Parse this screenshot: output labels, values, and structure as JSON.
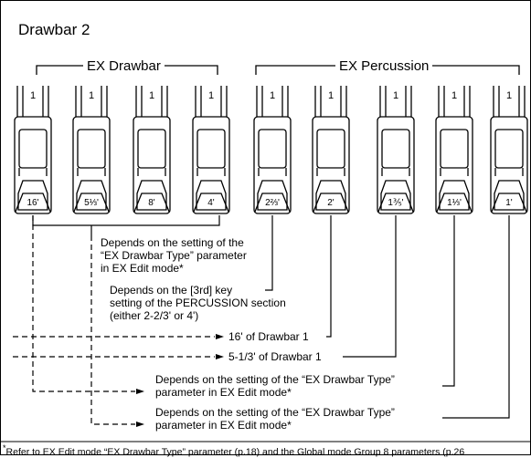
{
  "title": "Drawbar 2",
  "groups": {
    "drawbar": "EX Drawbar",
    "percussion": "EX Percussion"
  },
  "drawbars": [
    {
      "top": "1",
      "foot": "16'"
    },
    {
      "top": "1",
      "foot": "5⅓'"
    },
    {
      "top": "1",
      "foot": "8'"
    },
    {
      "top": "1",
      "foot": "4'"
    },
    {
      "top": "1",
      "foot": "2⅔'"
    },
    {
      "top": "1",
      "foot": "2'"
    },
    {
      "top": "1",
      "foot": "1⅗'"
    },
    {
      "top": "1",
      "foot": "1⅓'"
    },
    {
      "top": "1",
      "foot": "1'"
    }
  ],
  "labels": {
    "ex_type_1": "Depends on the setting of the",
    "ex_type_2": "“EX Drawbar Type” parameter",
    "ex_type_3": "in EX Edit mode*",
    "third_1": "Depends on the [3rd] key",
    "third_2": "setting of the PERCUSSION section",
    "third_3": "(either 2-2/3' or 4')",
    "sixteen": "16' of Drawbar 1",
    "fivethird": "5-1/3' of Drawbar 1",
    "a_1": "Depends on the setting of the “EX Drawbar Type”",
    "a_2": "parameter in EX Edit mode*",
    "b_1": "Depends on the setting of the “EX Drawbar Type”",
    "b_2": "parameter in EX Edit mode*"
  },
  "footnote": "Refer to EX Edit mode “EX Drawbar Type” parameter (p.18) and the Global mode Group 8 parameters (p.26"
}
